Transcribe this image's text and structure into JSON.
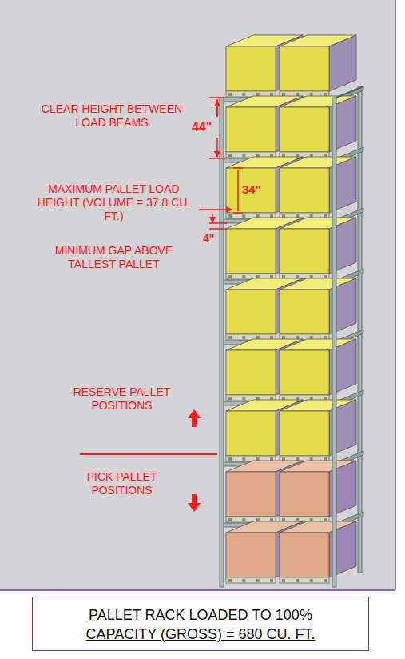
{
  "diagram": {
    "nodes": [
      {
        "text": [
          "PALLET RACK LOADED TO 100% CAPACITY (GROSS) = 680 CU. FT."
        ]
      }
    ],
    "labels": [
      "CLEAR HEIGHT BETWEEN LOAD BEAMS",
      "44\"",
      "MAXIMUM PALLET LOAD HEIGHT (VOLUME = 37.8 CU. FT.)",
      "34\"",
      "MINIMUM GAP ABOVE TALLEST PALLET",
      "4\"",
      "RESERVE PALLET POSITIONS",
      "PICK PALLET POSITIONS"
    ]
  }
}
